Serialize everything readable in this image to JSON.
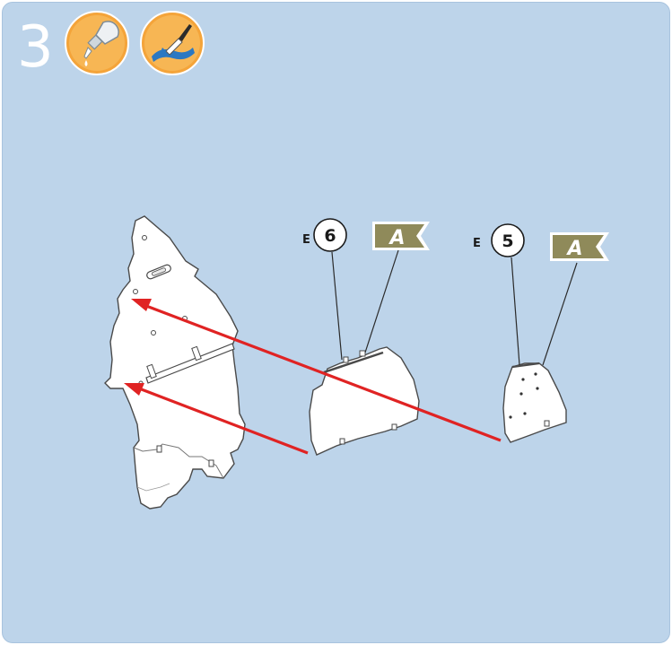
{
  "step": {
    "number": "3"
  },
  "icons": [
    {
      "name": "glue-tube-icon"
    },
    {
      "name": "paint-brush-icon"
    }
  ],
  "parts": [
    {
      "prefix": "E",
      "number": "6",
      "flag_letter": "A"
    },
    {
      "prefix": "E",
      "number": "5",
      "flag_letter": "A"
    }
  ],
  "colors": {
    "panel": "#bdd4ea",
    "badge_orange": "#f4a43a",
    "flag": "#8f8a5a",
    "arrow": "#e02323",
    "piece_fill": "#ffffff",
    "piece_outline": "#4a4a4a"
  }
}
